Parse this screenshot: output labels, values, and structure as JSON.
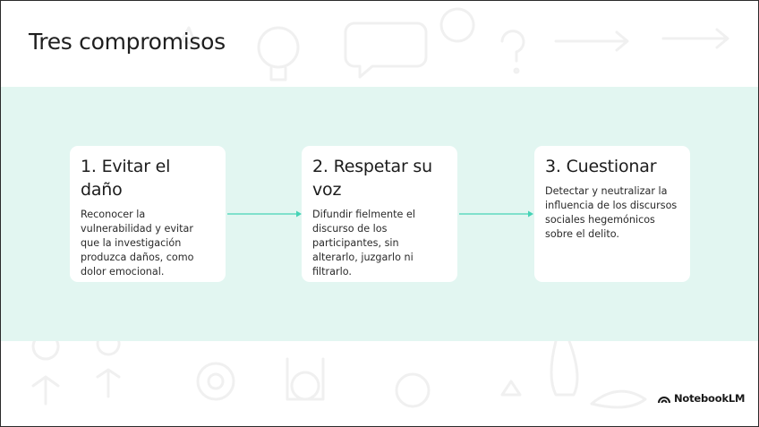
{
  "slide": {
    "title": "Tres compromisos",
    "cards": [
      {
        "heading": "1. Evitar el daño",
        "body": "Reconocer la vulnerabilidad y evitar que la investigación produzca daños, como dolor emocional."
      },
      {
        "heading": "2. Respetar su voz",
        "body": "Difundir fielmente el discurso de los participantes, sin alterarlo, juzgarlo ni filtrarlo."
      },
      {
        "heading": "3. Cuestionar",
        "body": "Detectar y neutralizar la influencia de los discursos sociales hegemónicos sobre el delito."
      }
    ]
  },
  "brand": {
    "name": "NotebookLM",
    "icon": "notebooklm-logo-icon"
  },
  "colors": {
    "band": "#e2f6f1",
    "arrow": "#45d3b6",
    "card": "#ffffff",
    "text": "#1f1f1f"
  }
}
